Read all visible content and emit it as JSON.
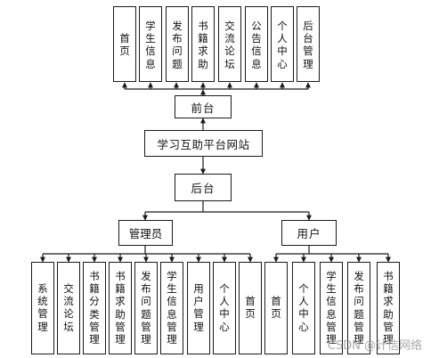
{
  "frontend_items": [
    "首页",
    "学生信息",
    "发布问题",
    "书籍求助",
    "交流论坛",
    "公告信息",
    "个人中心",
    "后台管理"
  ],
  "frontend_label": "前台",
  "site_title": "学习互助平台网站",
  "backend_label": "后台",
  "admin_label": "管理员",
  "user_label": "用户",
  "admin_items": [
    "系统管理",
    "交流论坛",
    "书籍分类管理",
    "书籍求助管理",
    "发布问题管理",
    "学生信息管理",
    "用户管理",
    "个人中心",
    "首页"
  ],
  "user_items": [
    "首页",
    "个人中心",
    "学生信息管理",
    "发布问题管理",
    "书籍求助管理"
  ],
  "watermark": "CSDN @计信网络"
}
